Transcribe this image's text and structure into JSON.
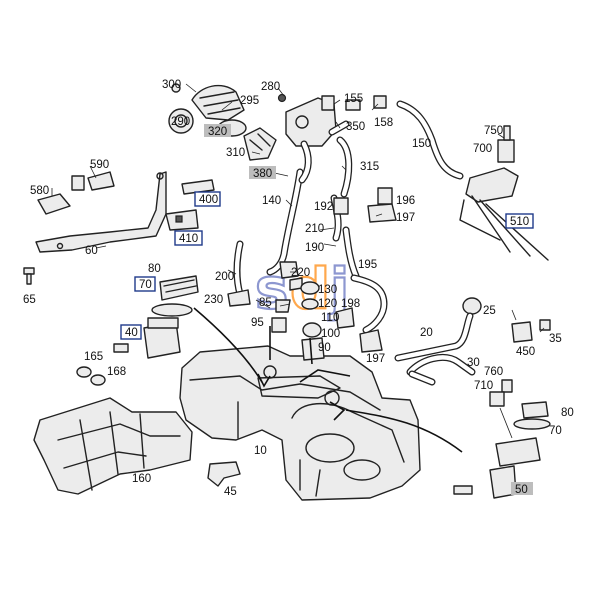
{
  "diagram": {
    "watermark": "sdj",
    "labels_plain": [
      "300",
      "280",
      "295",
      "155",
      "158",
      "290",
      "350",
      "150",
      "750",
      "700",
      "310",
      "315",
      "590",
      "580",
      "140",
      "192",
      "196",
      "197",
      "60",
      "210",
      "190",
      "195",
      "200",
      "220",
      "130",
      "120",
      "198",
      "230",
      "85",
      "110",
      "25",
      "65",
      "95",
      "100",
      "20",
      "450",
      "35",
      "90",
      "197",
      "165",
      "168",
      "30",
      "760",
      "710",
      "80",
      "70",
      "10",
      "160",
      "45"
    ],
    "labels_blue": [
      "400",
      "410",
      "510",
      "70",
      "40"
    ],
    "labels_grey": [
      "320",
      "380",
      "50"
    ]
  }
}
